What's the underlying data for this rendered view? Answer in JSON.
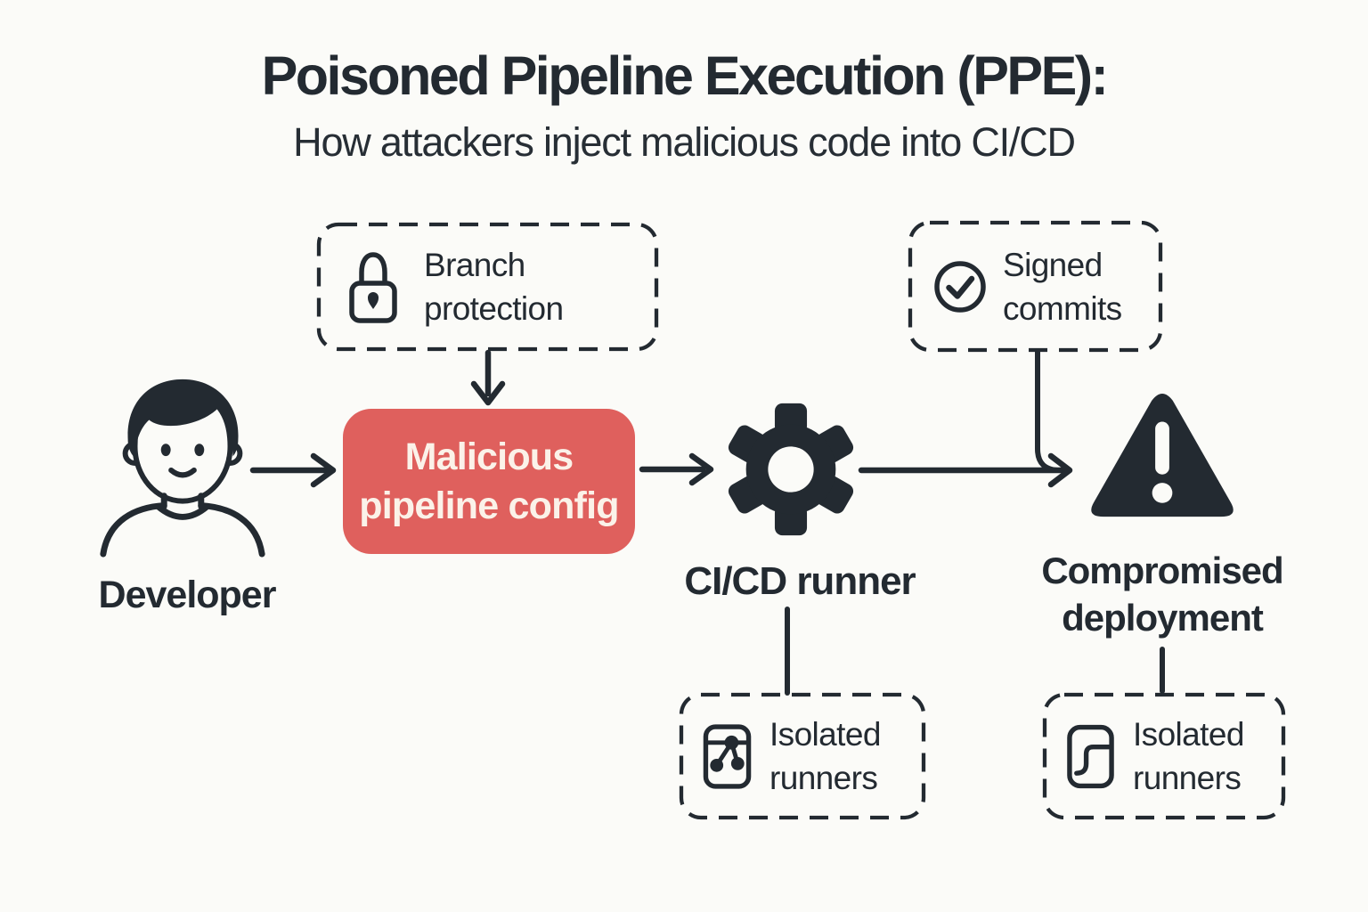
{
  "header": {
    "title": "Poisoned Pipeline Execution (PPE):",
    "subtitle": "How attackers inject malicious code into CI/CD"
  },
  "nodes": {
    "developer": {
      "label": "Developer",
      "icon": "developer-person-icon"
    },
    "malicious_pipeline_config": {
      "line1": "Malicious",
      "line2": "pipeline config"
    },
    "cicd_runner": {
      "label": "CI/CD runner",
      "icon": "gear-icon"
    },
    "compromised_deployment": {
      "line1": "Compromised",
      "line2": "deployment",
      "icon": "warning-triangle-icon"
    }
  },
  "safeguards": {
    "branch_protection": {
      "line1": "Branch",
      "line2": "protection",
      "icon": "lock-icon"
    },
    "signed_commits": {
      "line1": "Signed",
      "line2": "commits",
      "icon": "check-circle-icon"
    },
    "isolated_runners_left": {
      "line1": "Isolated",
      "line2": "runners",
      "icon": "commit-graph-icon"
    },
    "isolated_runners_right": {
      "line1": "Isolated",
      "line2": "runners",
      "icon": "corner-pipe-icon"
    }
  },
  "colors": {
    "background": "#fbfbf8",
    "ink": "#232a31",
    "danger_red": "#df605d",
    "text_on_red": "#fbf2e9"
  }
}
